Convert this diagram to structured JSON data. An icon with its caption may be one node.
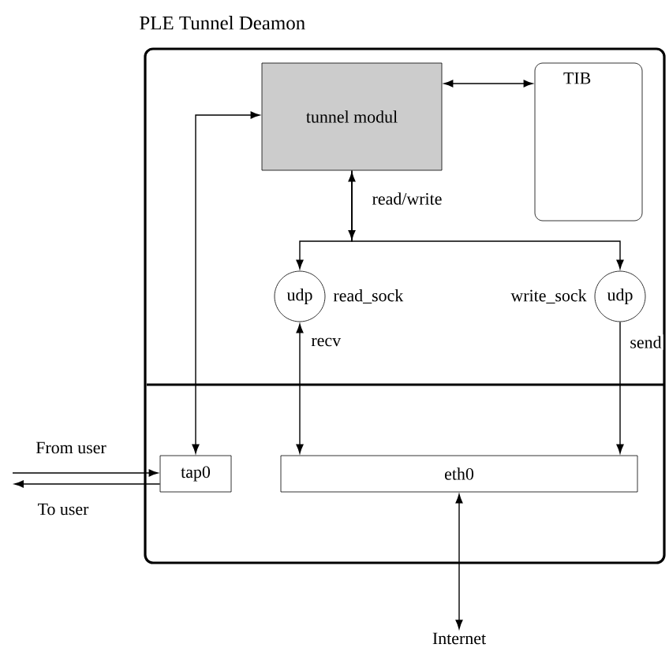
{
  "diagram": {
    "nodes": [
      {
        "text": [
          "PLE Tunnel Deamon"
        ]
      },
      {
        "text": [
          "tunnel modul"
        ],
        "in": 0
      },
      {
        "text": [
          "TIB"
        ],
        "in": 0
      },
      {
        "text": [
          "udp"
        ],
        "in": 0,
        "beside": [
          "read_sock"
        ]
      },
      {
        "text": [
          "udp"
        ],
        "in": 0,
        "beside": [
          "write_sock"
        ]
      },
      {
        "text": [
          "tap0"
        ],
        "in": 0
      },
      {
        "text": [
          "eth0"
        ],
        "in": 0
      },
      {
        "text": [
          "Internet"
        ]
      }
    ],
    "edges": [
      {
        "from": 1,
        "to": 2,
        "arrow": "both"
      },
      {
        "from": 1,
        "to": 3,
        "arrow": "both",
        "label": "read/write"
      },
      {
        "from": 1,
        "to": 4,
        "arrow": "both"
      },
      {
        "from": 5,
        "to": 1,
        "arrow": "both"
      },
      {
        "from": 3,
        "to": 6,
        "arrow": "both",
        "label": "recv"
      },
      {
        "from": 4,
        "to": 6,
        "arrow": "to",
        "label": "send"
      },
      {
        "from": 6,
        "to": 7,
        "arrow": "both"
      },
      {
        "from": null,
        "to": 5,
        "arrow": "to",
        "label": "From user"
      },
      {
        "from": 5,
        "to": null,
        "arrow": "to",
        "label": "To user"
      }
    ]
  }
}
